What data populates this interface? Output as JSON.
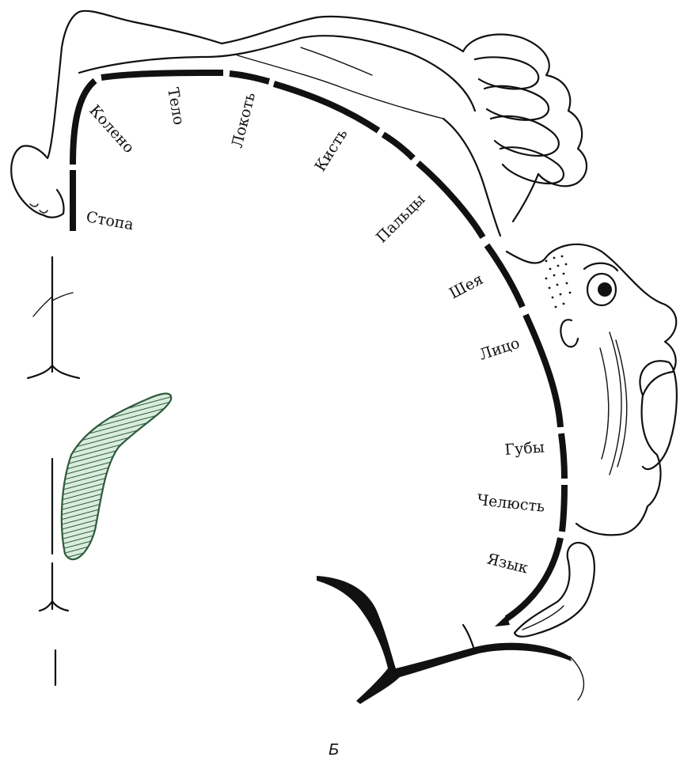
{
  "labels": {
    "foot": "Стопа",
    "knee": "Колено",
    "body": "Тело",
    "elbow": "Локоть",
    "wrist": "Кисть",
    "fingers": "Пальцы",
    "neck": "Шея",
    "face": "Лицо",
    "lips": "Губы",
    "jaw": "Челюсть",
    "tongue": "Язык"
  },
  "caption": "Б",
  "colors": {
    "ink": "#111111",
    "hatch_fill": "#d9ecdd",
    "hatch_stroke": "#2d5a3c"
  }
}
